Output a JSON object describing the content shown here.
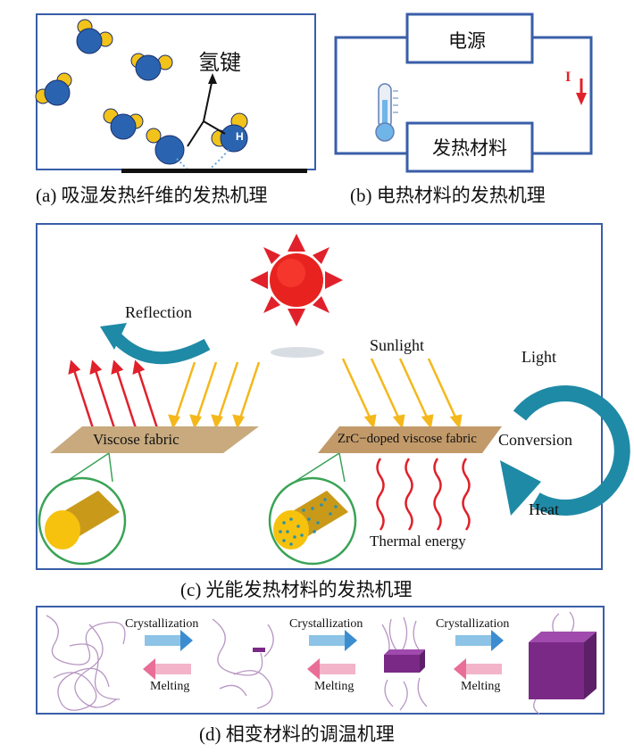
{
  "panel_a": {
    "caption": "(a) 吸湿发热纤维的发热机理",
    "bond_label": "氢键",
    "h_atom_label": "H"
  },
  "panel_b": {
    "caption": "(b) 电热材料的发热机理",
    "power_label": "电源",
    "heater_label": "发热材料",
    "current_label": "I"
  },
  "panel_c": {
    "caption": "(c) 光能发热材料的发热机理",
    "reflection_label": "Reflection",
    "sunlight_label": "Sunlight",
    "light_label": "Light",
    "conversion_label": "Conversion",
    "heat_label": "Heat",
    "viscose_label": "Viscose fabric",
    "zrc_label": "ZrC−doped viscose fabric",
    "thermal_label": "Thermal energy"
  },
  "panel_d": {
    "caption": "(d) 相变材料的调温机理",
    "stages": [
      {
        "top": "Crystallization",
        "bottom": "Melting"
      },
      {
        "top": "Crystallization",
        "bottom": "Melting"
      },
      {
        "top": "Crystallization",
        "bottom": "Melting"
      }
    ]
  },
  "colors": {
    "frame_blue": "#3a5ea8",
    "molecule_blue": "#2a64b0",
    "molecule_yellow": "#f2c31a",
    "arrow_red": "#e0212b",
    "arrow_yellow": "#f4b81c",
    "cycle_teal": "#1f8aa6",
    "fabric_tan": "#c8aa7e",
    "purple": "#7a2a86"
  }
}
